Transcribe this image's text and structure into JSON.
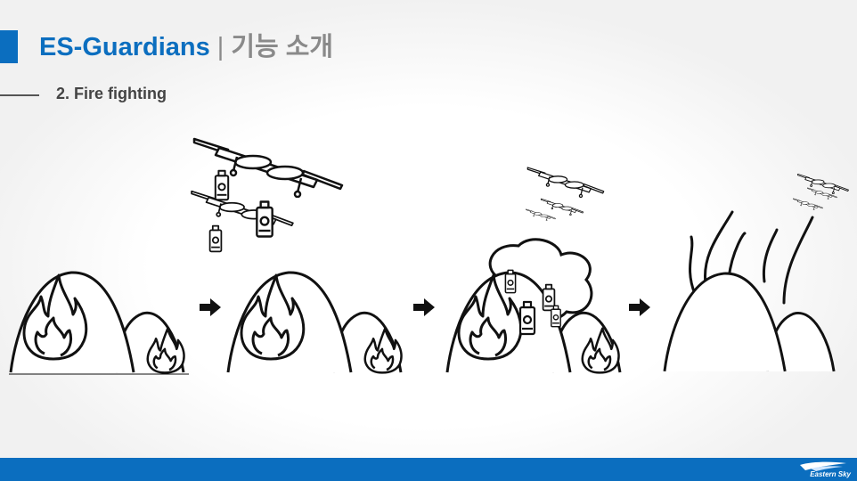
{
  "header": {
    "brand": "ES-Guardians",
    "separator": "|",
    "subtitle": "기능 소개"
  },
  "section": {
    "title": "2. Fire fighting"
  },
  "illustration": {
    "panels": [
      "fire",
      "drones-approach",
      "extinguish",
      "smoke-out"
    ],
    "arrow_icon": "right-arrow-icon"
  },
  "footer": {
    "logo_text": "Eastern Sky",
    "color": "#0b6ebf"
  },
  "colors": {
    "accent": "#0b6ebf",
    "subtitle_gray": "#8a8a8a"
  }
}
